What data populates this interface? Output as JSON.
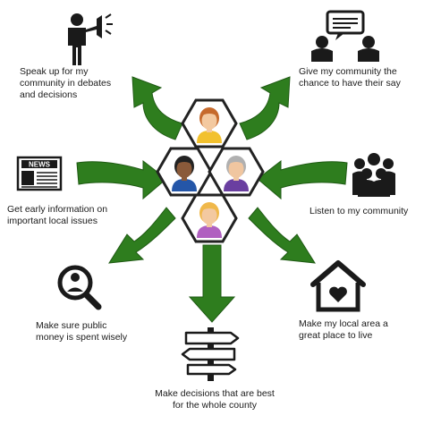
{
  "colors": {
    "arrow": "#2e7d1e",
    "arrow_dark": "#1f5a14",
    "hex_stroke": "#222222",
    "icon": "#1a1a1a",
    "skin": "#f3c9a0",
    "skin_dark": "#7a4a2a"
  },
  "center_people": [
    {
      "name": "woman-top",
      "shirt": "#f2c12e",
      "hair": "#c66a2c",
      "skin": "#f3c9a0"
    },
    {
      "name": "man-left",
      "shirt": "#2456a8",
      "hair": "#222222",
      "skin": "#8a5a3a"
    },
    {
      "name": "man-right",
      "shirt": "#6a3fa0",
      "hair": "#b0b0b0",
      "skin": "#f0c6a0"
    },
    {
      "name": "woman-bottom",
      "shirt": "#b060c0",
      "hair": "#f0b84a",
      "skin": "#f3c9a0"
    }
  ],
  "items": {
    "speak": {
      "icon": "megaphone-person-icon",
      "text": "Speak up for my\ncommunity in debates\nand decisions"
    },
    "say": {
      "icon": "conversation-icon",
      "text": "Give my community the\nchance to have their say"
    },
    "news": {
      "icon": "newspaper-icon",
      "text": "Get early information on\nimportant local issues"
    },
    "listen": {
      "icon": "group-icon",
      "text": "Listen to my community"
    },
    "money": {
      "icon": "magnifier-person-icon",
      "text": "Make sure public\nmoney is spent wisely"
    },
    "home": {
      "icon": "house-heart-icon",
      "text": "Make my local area a\ngreat place to live"
    },
    "county": {
      "icon": "signpost-icon",
      "text": "Make decisions that are best\nfor the whole county"
    }
  }
}
